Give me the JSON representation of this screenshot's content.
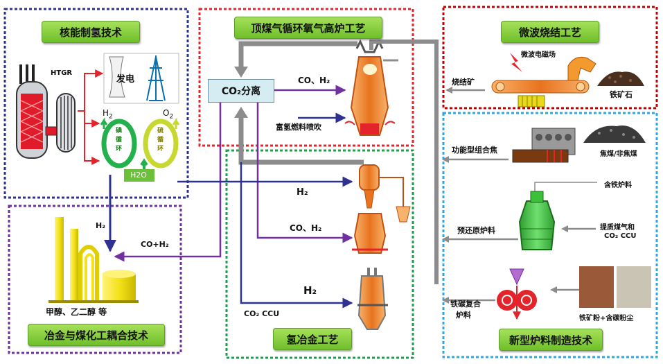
{
  "panels": {
    "nuclear": {
      "title": "核能制氢技术",
      "htgr": "HTGR",
      "power": "发电",
      "h2": "H",
      "o2": "O",
      "iodine_cycle": "碘\n循\n环",
      "sulfur_cycle": "硫\n循\n环",
      "h2o": "H2O"
    },
    "blast_furnace": {
      "title": "顶煤气循环氧气高炉工艺",
      "co2_sep": "CO₂分离",
      "co_h2": "CO、H₂",
      "injection": "富氢燃料喷吹"
    },
    "microwave": {
      "title": "微波烧结工艺",
      "field": "微波电磁场",
      "sinter": "烧结矿",
      "iron_ore": "铁矿石"
    },
    "metallurgy_chem": {
      "title": "冶金与煤化工耦合技术",
      "h2": "H₂",
      "co_h2": "CO+H₂",
      "products": "甲醇、乙二醇 等"
    },
    "hydrogen_metallurgy": {
      "title": "氢冶金工艺",
      "h2_top": "H₂",
      "co_h2": "CO、H₂",
      "h2_bottom": "H₂",
      "co2_ccu": "CO₂ CCU"
    },
    "new_burden": {
      "title": "新型炉料制造技术",
      "func_coke": "功能型组合焦",
      "coal": "焦煤/非焦煤",
      "iron_material": "含铁炉料",
      "prereduced": "预还原炉料",
      "gas_in": "提质煤气和",
      "gas_in2": "CO₂ CCU",
      "iron_carbon": "铁碳复合",
      "iron_carbon2": "炉料",
      "powder": "铁矿粉+含碳粉尘"
    }
  },
  "colors": {
    "green_title": "#8fd14f",
    "purple_arrow": "#7030a0",
    "navy_arrow": "#2e3192",
    "gray_arrow": "#8c8c8c",
    "red_arrow": "#e3242b"
  }
}
